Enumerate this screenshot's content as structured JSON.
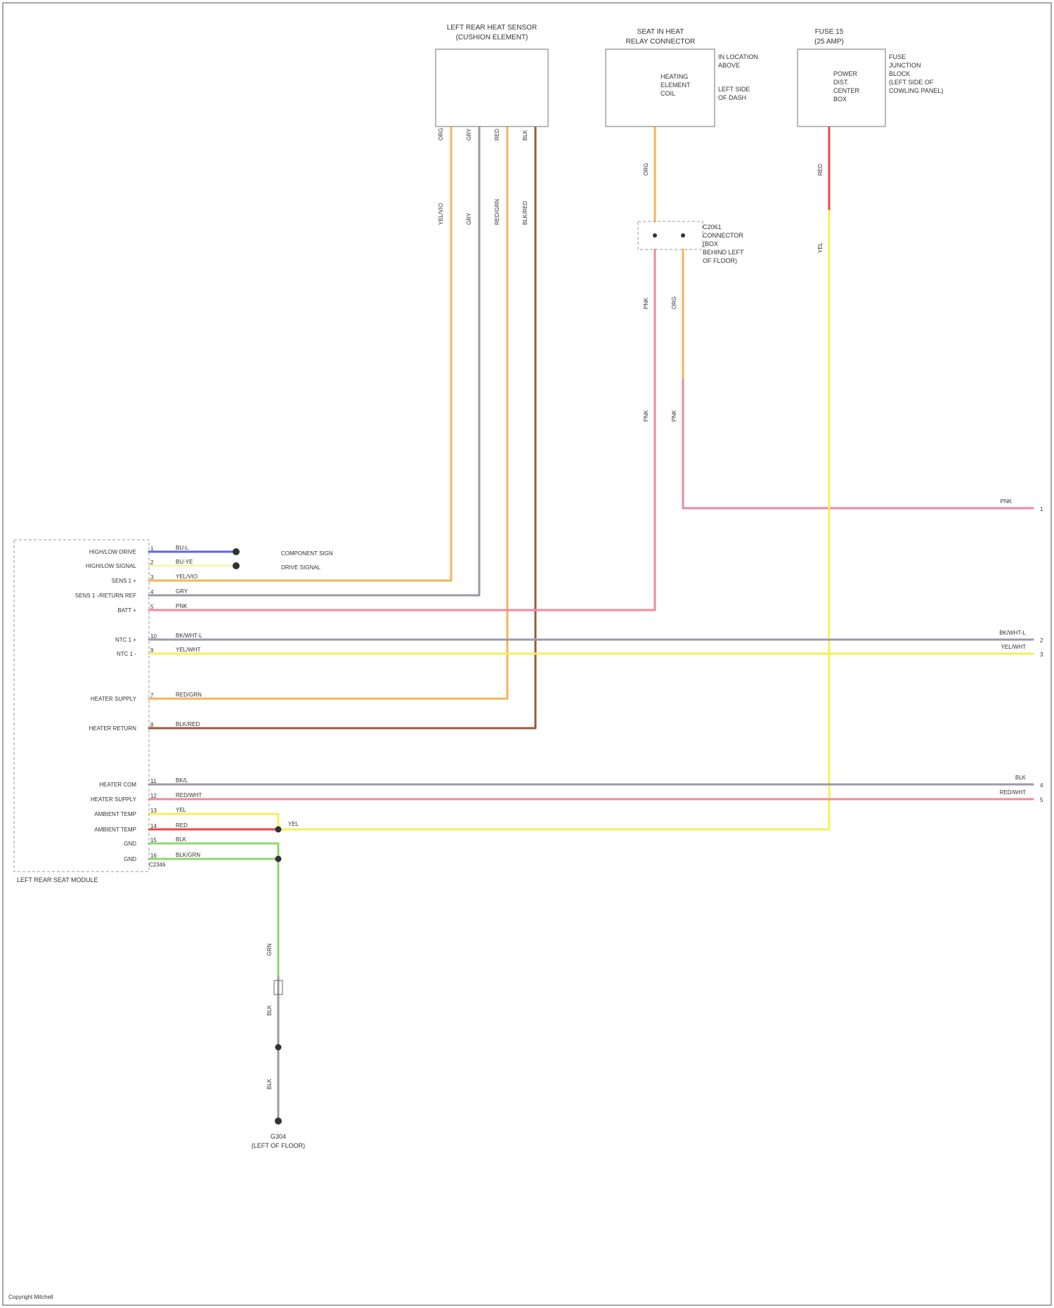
{
  "colors": {
    "orange": "#f5b35a",
    "pink": "#f08a9e",
    "gray": "#9a9aa8",
    "yellow": "#f7ef5a",
    "red": "#ee4444",
    "green": "#8fd86e",
    "blue": "#5b63f0",
    "brown": "#9a5a3a",
    "lightyellow": "#f9f5a6",
    "frame": "#8a8a8a"
  },
  "components": {
    "top_sensor": {
      "title_1": "LEFT REAR HEAT SENSOR",
      "title_2": "(CUSHION ELEMENT)"
    },
    "top_relay": {
      "title_1": "SEAT IN HEAT",
      "title_2": "RELAY CONNECTOR",
      "inner_1": "HEATING",
      "inner_2": "ELEMENT",
      "inner_3": "COIL",
      "side_1": "IN LOCATION",
      "side_2": "ABOVE",
      "side_3": "LEFT SIDE",
      "side_4": "OF DASH"
    },
    "top_fuse": {
      "title_1": "FUSE 15",
      "title_2": "(25 AMP)",
      "inner_1": "POWER",
      "inner_2": "DIST.",
      "inner_3": "CENTER",
      "inner_4": "BOX",
      "side_1": "FUSE",
      "side_2": "JUNCTION",
      "side_3": "BLOCK",
      "side_4": "(LEFT SIDE OF",
      "side_5": "COWLING PANEL)"
    },
    "junction": {
      "line_1": "C2061",
      "line_2": "CONNECTOR",
      "line_3": "(BOX",
      "line_4": "BEHIND LEFT",
      "line_5": "OF FLOOR)"
    },
    "module": {
      "title": "LEFT REAR SEAT MODULE",
      "bottom_code": "C2346"
    },
    "ground": {
      "code": "G304",
      "location": "(LEFT OF FLOOR)"
    },
    "footer": "Copyright Mitchell"
  },
  "module_rows": [
    {
      "label": "HIGH/LOW DRIVE",
      "pin": "1",
      "code": "BU-L"
    },
    {
      "label": "HIGH/LOW SIGNAL",
      "pin": "2",
      "code": "BU-YE"
    },
    {
      "label": "SENS 1 +",
      "pin": "3",
      "code": "YEL/VIO"
    },
    {
      "label": "SENS 1 -/RETURN REF",
      "pin": "4",
      "code": "GRY"
    },
    {
      "label": "BATT +",
      "pin": "5",
      "code": "PNK"
    },
    {
      "label": "NTC 1 +",
      "pin": "10",
      "code": "BK/WHT-L"
    },
    {
      "label": "NTC 1 -",
      "pin": "9",
      "code": "YEL/WHT"
    },
    {
      "label": "HEATER SUPPLY",
      "pin": "7",
      "code": "RED/GRN"
    },
    {
      "label": "HEATER RETURN",
      "pin": "8",
      "code": "BLK/RED"
    },
    {
      "label": "HEATER COM",
      "pin": "11",
      "code": "BK/L"
    },
    {
      "label": "HEATER SUPPLY",
      "pin": "12",
      "code": "RED/WHT"
    },
    {
      "label": "AMBIENT TEMP",
      "pin": "13",
      "code": "YEL"
    },
    {
      "label": "AMBIENT TEMP",
      "pin": "14",
      "code": "RED"
    },
    {
      "label": "GND",
      "pin": "15",
      "code": "BLK"
    },
    {
      "label": "GND",
      "pin": "16",
      "code": "BLK/GRN"
    }
  ],
  "wire_labels": {
    "sensor_1": "YEL/VIO",
    "sensor_2": "GRY",
    "sensor_3": "RED/GRN",
    "sensor_4": "BLK/RED",
    "sensor_code_1": "ORG",
    "sensor_code_2": "GRY",
    "sensor_code_3": "RED",
    "sensor_code_4": "BLK",
    "relay_upper": "ORG",
    "relay_lower_1": "PNK",
    "relay_lower_2": "ORG",
    "relay_bottom_1": "PNK",
    "relay_bottom_2": "PNK",
    "fuse_upper": "RED",
    "fuse_lower": "YEL",
    "to_right_1": "PNK",
    "to_right_2": "BK/WHT-L",
    "to_right_3": "YEL/WHT",
    "to_right_4": "BLK",
    "to_right_5": "RED/WHT",
    "hub_yel": "YEL",
    "ground_1": "GRN",
    "ground_2": "BLK",
    "ground_3": "BLK",
    "callout_1": "COMPONENT SIGN",
    "callout_2": "DRIVE SIGNAL"
  }
}
